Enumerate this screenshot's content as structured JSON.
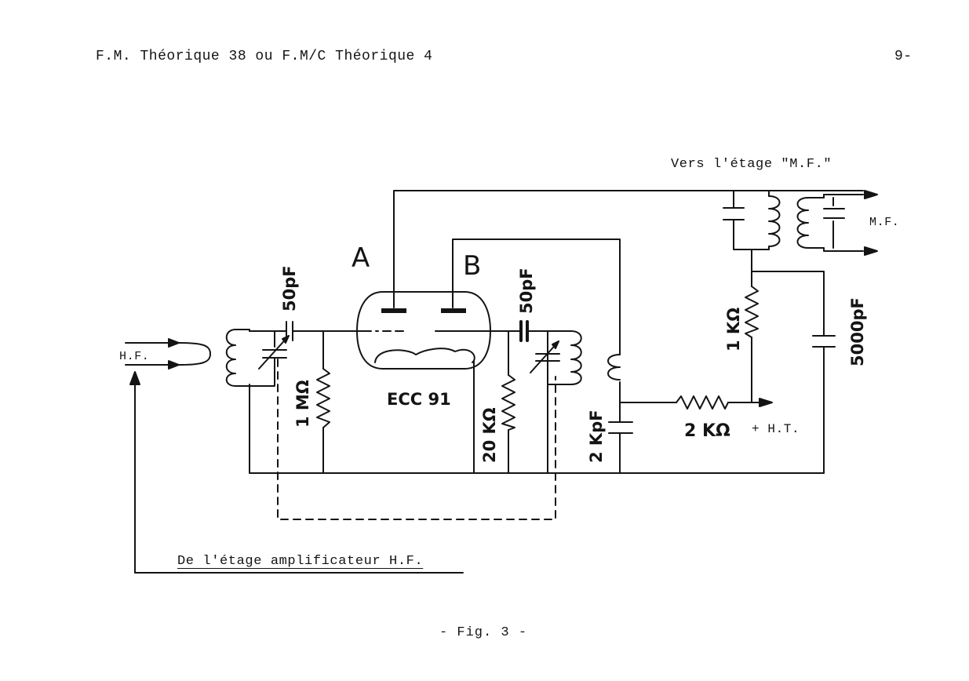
{
  "header": {
    "left": "F.M. Théorique 38  ou  F.M/C Théorique 4",
    "right": "9-"
  },
  "schematic": {
    "tube_label": "ECC 91",
    "section_a": "A",
    "section_b": "B",
    "output_stage": "Vers l'étage \"M.F.\"",
    "output_label": "M.F.",
    "input_label": "H.F.",
    "supply_label": "+ H.T.",
    "input_source": "De l'étage amplificateur H.F.",
    "components": {
      "c_input": "50pF",
      "r_grid_a": "1 MΩ",
      "r_grid_b": "20 KΩ",
      "c_osc": "50pF",
      "c_decouple": "2 KpF",
      "r_feed": "2 KΩ",
      "r_plate_a": "1 KΩ",
      "c_bypass": "5000pF"
    }
  },
  "footer": {
    "figure": "- Fig. 3 -"
  }
}
